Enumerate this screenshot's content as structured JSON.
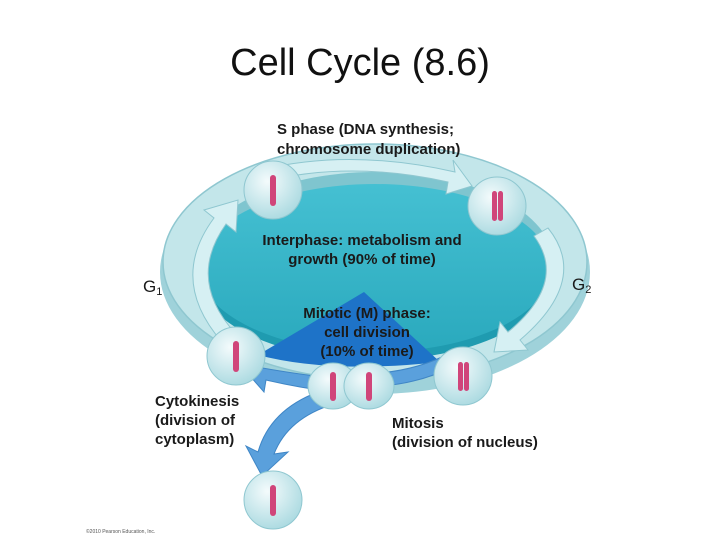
{
  "slide": {
    "title": "Cell Cycle (8.6)"
  },
  "diagram": {
    "s_phase": {
      "line1": "S phase (DNA synthesis;",
      "line2": "chromosome duplication)"
    },
    "interphase": {
      "line1": "Interphase: metabolism and",
      "line2": "growth (90% of time)"
    },
    "mitotic": {
      "line1": "Mitotic (M) phase:",
      "line2": "cell division",
      "line3": "(10% of time)"
    },
    "g1": {
      "letter": "G",
      "sub": "1"
    },
    "g2": {
      "letter": "G",
      "sub": "2"
    },
    "cytokinesis": {
      "line1": "Cytokinesis",
      "line2": "(division of",
      "line3": "cytoplasm)"
    },
    "mitosis": {
      "line1": "Mitosis",
      "line2": "(division of nucleus)"
    },
    "copyright": "©2010 Pearson Education, Inc."
  },
  "colors": {
    "outer_ring": "#bfe3e8",
    "ring_edge": "#8fc7d0",
    "inner_disc": "#37b8cc",
    "mitotic_triangle": "#1e73c8",
    "arrow_blue": "#5aa0dc",
    "cell_fill": "#d2eef2",
    "chromosome": "#d0457a"
  }
}
